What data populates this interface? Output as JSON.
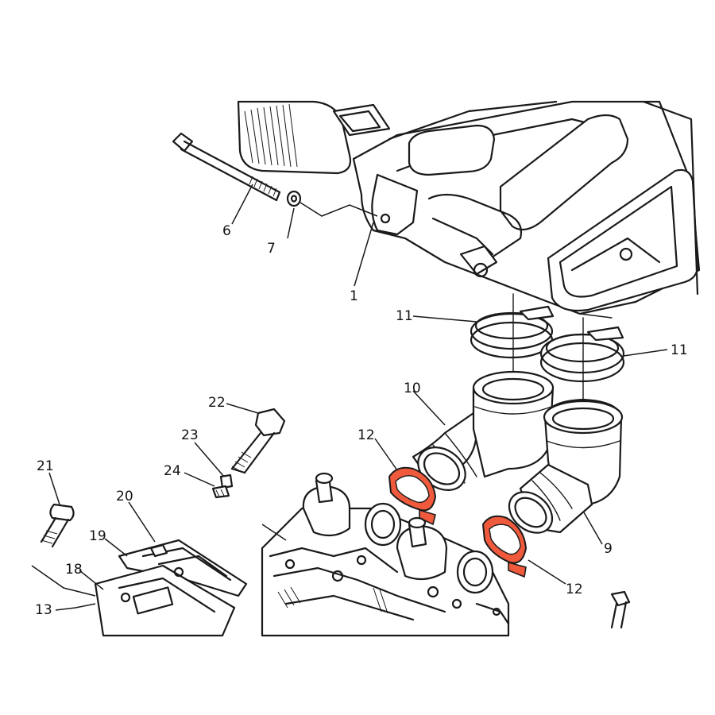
{
  "highlight_color": "#f05a3c",
  "ink_color": "#1a1a1a",
  "callouts": {
    "p1": "1",
    "p6": "6",
    "p7": "7",
    "p9": "9",
    "p10": "10",
    "p11_left": "11",
    "p11_right": "11",
    "p12_left": "12",
    "p12_right": "12",
    "p13": "13",
    "p18": "18",
    "p19": "19",
    "p20": "20",
    "p21": "21",
    "p22": "22",
    "p23": "23",
    "p24": "24"
  }
}
